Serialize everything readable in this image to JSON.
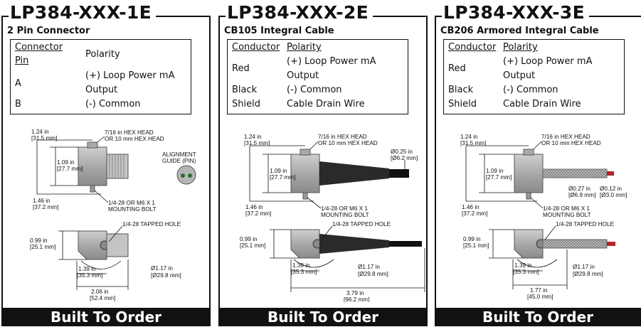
{
  "panels": [
    {
      "title": "LP384-XXX-1E",
      "subtitle": "2 Pin Connector",
      "col1_header_line1": "Connector",
      "col1_header_line2": "Pin",
      "col2_header": "Polarity",
      "rows": [
        {
          "c1": "A",
          "c2_line1": "(+) Loop Power mA",
          "c2_line2": "Output"
        },
        {
          "c1": "B",
          "c2_line1": "(-) Common",
          "c2_line2": ""
        }
      ],
      "dims": {
        "height_top": "1.24 in",
        "height_top_mm": "[31.5 mm]",
        "hex": "7/16 in HEX HEAD",
        "hex2": "OR 10 mm HEX HEAD",
        "body": "1.09 in",
        "body_mm": "[27.7 mm]",
        "total": "1.46 in",
        "total_mm": "[37.2 mm]",
        "bolt": "1/4-28 OR M6 X 1",
        "bolt2": "MOUNTING BOLT",
        "tapped": "1/4-28 TAPPED HOLE",
        "base": "0.99 in",
        "base_mm": "[25.1 mm]",
        "flat": "1.39 in",
        "flat_mm": "[35.3 mm]",
        "dia": "Ø1.17 in",
        "dia_mm": "[Ø29.8 mm]",
        "len": "2.06 in",
        "len_mm": "[52.4 mm]",
        "extra1": "ALIGNMENT",
        "extra2": "GUIDE (PIN)"
      },
      "footer": "Built To Order"
    },
    {
      "title": "LP384-XXX-2E",
      "subtitle": "CB105 Integral Cable",
      "col1_header_line1": "Conductor",
      "col1_header_line2": "",
      "col2_header": "Polarity",
      "rows": [
        {
          "c1": "Red",
          "c2_line1": "(+) Loop Power mA",
          "c2_line2": "Output"
        },
        {
          "c1": "Black",
          "c2_line1": "(-) Common",
          "c2_line2": ""
        },
        {
          "c1": "Shield",
          "c2_line1": "Cable Drain Wire",
          "c2_line2": ""
        }
      ],
      "dims": {
        "height_top": "1.24 in",
        "height_top_mm": "[31.5 mm]",
        "hex": "7/16 in HEX HEAD",
        "hex2": "OR 10 mm HEX HEAD",
        "body": "1.09 in",
        "body_mm": "[27.7 mm]",
        "total": "1.46 in",
        "total_mm": "[37.2 mm]",
        "bolt": "1/4-28 OR M6 X 1",
        "bolt2": "MOUNTING BOLT",
        "tapped": "1/4-28 TAPPED HOLE",
        "base": "0.99 in",
        "base_mm": "[25.1 mm]",
        "flat": "1.39 in",
        "flat_mm": "[35.3 mm]",
        "dia": "Ø1.17 in",
        "dia_mm": "[Ø29.8 mm]",
        "len": "3.79 in",
        "len_mm": "[96.2 mm]",
        "extra1": "Ø0.25 in",
        "extra2": "[Ø6.2 mm]"
      },
      "footer": "Built To Order"
    },
    {
      "title": "LP384-XXX-3E",
      "subtitle": "CB206 Armored Integral Cable",
      "col1_header_line1": "Conductor",
      "col1_header_line2": "",
      "col2_header": "Polarity",
      "rows": [
        {
          "c1": "Red",
          "c2_line1": "(+) Loop Power mA",
          "c2_line2": "Output"
        },
        {
          "c1": "Black",
          "c2_line1": "(-) Common",
          "c2_line2": ""
        },
        {
          "c1": "Shield",
          "c2_line1": "Cable Drain Wire",
          "c2_line2": ""
        }
      ],
      "dims": {
        "height_top": "1.24 in",
        "height_top_mm": "[31.5 mm]",
        "hex": "7/16 in HEX HEAD",
        "hex2": "OR 10 mm HEX HEAD",
        "body": "1.09 in",
        "body_mm": "[27.7 mm]",
        "total": "1.46 in",
        "total_mm": "[37.2 mm]",
        "bolt": "1/4-28 OR M6 X 1",
        "bolt2": "MOUNTING BOLT",
        "tapped": "1/4-28 TAPPED HOLE",
        "base": "0.99 in",
        "base_mm": "[25.1 mm]",
        "flat": "1.39 in",
        "flat_mm": "[35.3 mm]",
        "dia": "Ø1.17 in",
        "dia_mm": "[Ø29.8 mm]",
        "len": "1.77 in",
        "len_mm": "[45.0 mm]",
        "extra1": "Ø0.27 in",
        "extra2": "[Ø6.9 mm]",
        "extra3": "Ø0.12 in",
        "extra4": "[Ø3.0 mm]"
      },
      "footer": "Built To Order"
    }
  ]
}
